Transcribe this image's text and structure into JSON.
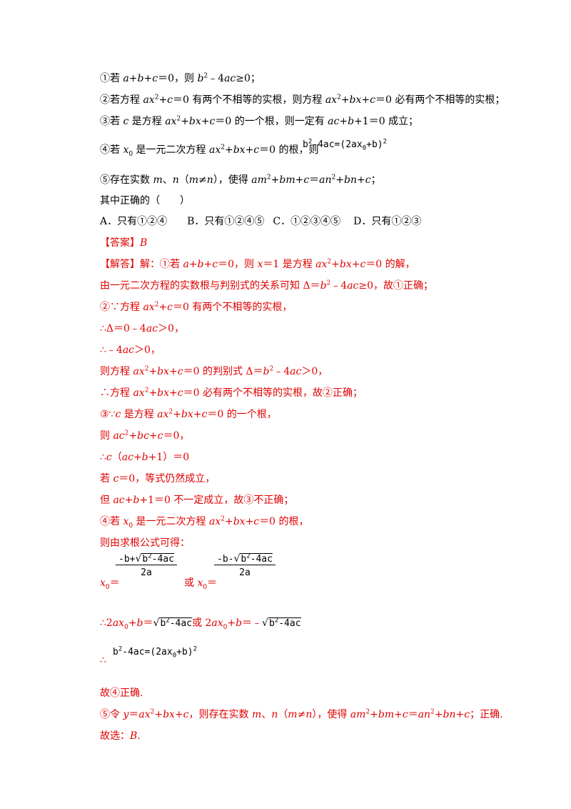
{
  "q": {
    "s1": {
      "c": "①若 ",
      "a": "a+b+c",
      "m": "＝0，则 ",
      "b": "b",
      "e": "2",
      "t": "﹣4",
      "ac": "ac",
      "end": "≥0；"
    },
    "s2": {
      "c": "②若方程 ",
      "ax": "ax",
      "e": "2",
      "p": "+c",
      "m": "＝0 有两个不相等的实根，则方程 ",
      "ax2": "ax",
      "e2": "2",
      "p2": "+bx+c",
      "end": "＝0 必有两个不相等的实根；"
    },
    "s3": {
      "c": "③若 ",
      "cc": "c",
      "m": " 是方程 ",
      "ax": "ax",
      "e": "2",
      "p": "+bx+c",
      "m2": "＝0 的一个根，则一定有 ",
      "eq": "ac+b",
      "end": "+1＝0 成立；"
    },
    "s4": {
      "c": "④若 ",
      "x": "x",
      "xs": "0",
      "m": " 是一元二次方程 ",
      "ax": "ax",
      "e": "2",
      "p": "+bx+c",
      "end": "＝0 的根，则"
    },
    "s4f": {
      "b": "b",
      "e": "2",
      "t": "-4ac=(2ax",
      "s": "0",
      "p": "+b)",
      "e2": "2"
    },
    "s5": {
      "c": "⑤存在实数 ",
      "m": "m",
      "sep": "、",
      "n": "n",
      "par": "（",
      "m2": "m",
      "ne": "≠",
      "n2": "n",
      "par2": "），使得 ",
      "am": "am",
      "e": "2",
      "bm": "+bm+c",
      "eq": "＝",
      "an": "an",
      "e2": "2",
      "bn": "+bn+c",
      "end": "；"
    },
    "ask": "其中正确的（　　）",
    "opts": [
      "A．只有①②④",
      "B．只有①②④⑤",
      "C．①②③④⑤",
      "D．只有①②③"
    ]
  },
  "ans": {
    "label": "【答案】",
    "val": "B"
  },
  "sol": {
    "l1": {
      "h": "【解答】",
      "c": "解：①若 ",
      "a": "a+b+c",
      "m": "＝0，则 ",
      "x": "x",
      "m2": "＝1 是方程 ",
      "ax": "ax",
      "e": "2",
      "p": "+bx+c",
      "end": "＝0 的解，"
    },
    "l2": {
      "c": "由一元二次方程的实数根与判别式的关系可知 Δ＝",
      "b": "b",
      "e": "2",
      "t": "﹣4",
      "ac": "ac",
      "end": "≥0，故①正确；"
    },
    "l3": {
      "c": "②∵方程 ",
      "ax": "ax",
      "e": "2",
      "p": "+c",
      "end": "＝0 有两个不相等的实根，"
    },
    "l4": {
      "c": "∴Δ＝0﹣4",
      "ac": "ac",
      "end": "＞0，"
    },
    "l5": {
      "c": "∴﹣4",
      "ac": "ac",
      "end": "＞0，"
    },
    "l6": {
      "c": "则方程 ",
      "ax": "ax",
      "e": "2",
      "p": "+bx+c",
      "m": "＝0 的判别式 Δ＝",
      "b": "b",
      "e2": "2",
      "t": "﹣4",
      "ac": "ac",
      "end": "＞0，"
    },
    "l7": {
      "c": "∴方程 ",
      "ax": "ax",
      "e": "2",
      "p": "+bx+c",
      "end": "＝0 必有两个不相等的实根，故②正确；"
    },
    "l8": {
      "c": "③∵",
      "cc": "c",
      "m": " 是方程 ",
      "ax": "ax",
      "e": "2",
      "p": "+bx+c",
      "end": "＝0 的一个根，"
    },
    "l9": {
      "c": "则 ",
      "ac": "ac",
      "e": "2",
      "p": "+bc+c",
      "end": "＝0，"
    },
    "l10": {
      "c": "∴",
      "cc": "c",
      "m": "（",
      "in": "ac+b",
      "end": "+1）＝0"
    },
    "l11": {
      "c": "若 ",
      "cc": "c",
      "end": "＝0，等式仍然成立，"
    },
    "l12": {
      "c": "但 ",
      "in": "ac+b",
      "end": "+1＝0 不一定成立，故③不正确；"
    },
    "l13": {
      "c": "④若 ",
      "x": "x",
      "xs": "0",
      "m": " 是一元二次方程 ",
      "ax": "ax",
      "e": "2",
      "p": "+bx+c",
      "end": "＝0 的根，"
    },
    "l14": "则由求根公式可得：",
    "l15": {
      "x": "x",
      "xs": "0",
      "eq": "＝",
      "or": " 或 ",
      "f1": {
        "n1": "-b+",
        "r": "√",
        "b": "b",
        "e": "2",
        "t": "-4ac",
        "d": "2a"
      },
      "f2": {
        "n1": "-b-",
        "r": "√",
        "b": "b",
        "e": "2",
        "t": "-4ac",
        "d": "2a"
      }
    },
    "l16": {
      "c": "∴2",
      "ax": "ax",
      "xs": "0",
      "p": "+",
      "b": "b",
      "eq": "＝",
      "r": "√",
      "rb": "b",
      "re": "2",
      "rt": "-4ac",
      "or": "或 2",
      "ax2": "ax",
      "xs2": "0",
      "p2": "+",
      "b2": "b",
      "eq2": "＝﹣",
      "r2": "√",
      "rb2": "b",
      "re2": "2",
      "rt2": "-4ac"
    },
    "l17": {
      "c": "∴",
      "b": "b",
      "e": "2",
      "t": "-4ac=(2ax",
      "s": "0",
      "p": "+b)",
      "e2": "2"
    },
    "l18": "故④正确.",
    "l19": {
      "c": "⑤令 ",
      "y": "y",
      "eq": "＝",
      "ax": "ax",
      "e": "2",
      "p": "+bx+c",
      "m": "，则存在实数 ",
      "mm": "m",
      "sep": "、",
      "n": "n",
      "par": "（",
      "m2": "m",
      "ne": "≠",
      "n2": "n",
      "par2": "），使得 ",
      "am": "am",
      "e2": "2",
      "bm": "+bm+c",
      "eq2": "＝",
      "an": "an",
      "e3": "2",
      "bn": "+bn+c",
      "end": "；正确."
    },
    "l20": {
      "c": "故选：",
      "v": "B",
      "end": "."
    }
  }
}
